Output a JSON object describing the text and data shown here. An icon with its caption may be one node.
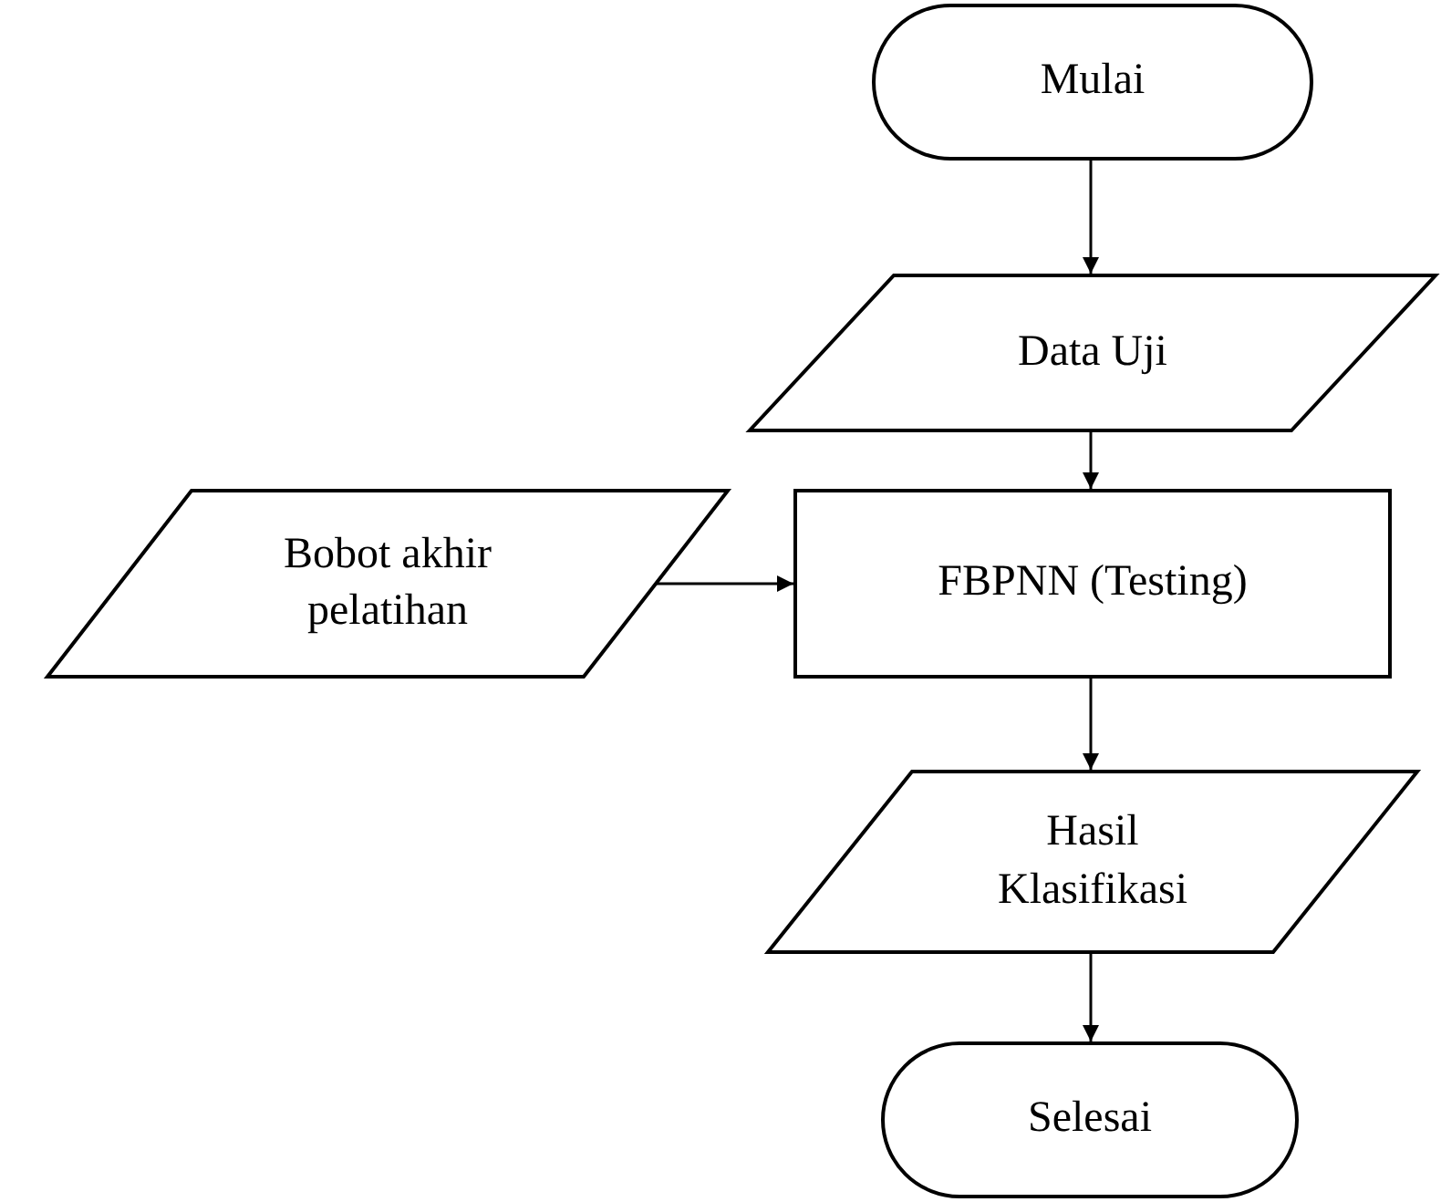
{
  "diagram": {
    "nodes": [
      {
        "text": [
          "Mulai"
        ]
      },
      {
        "text": [
          "Data Uji"
        ]
      },
      {
        "text": [
          "Bobot akhir pelatihan"
        ]
      },
      {
        "text": [
          "FBPNN (Testing)"
        ]
      },
      {
        "text": [
          "Hasil Klasifikasi"
        ]
      },
      {
        "text": [
          "Selesai"
        ]
      }
    ],
    "edges": [
      {
        "from": 0,
        "to": 1,
        "arrow": "to"
      },
      {
        "from": 1,
        "to": 3,
        "arrow": "to"
      },
      {
        "from": 2,
        "to": 3,
        "arrow": "to"
      },
      {
        "from": 3,
        "to": 4,
        "arrow": "to"
      },
      {
        "from": 4,
        "to": 5,
        "arrow": "to"
      }
    ]
  }
}
